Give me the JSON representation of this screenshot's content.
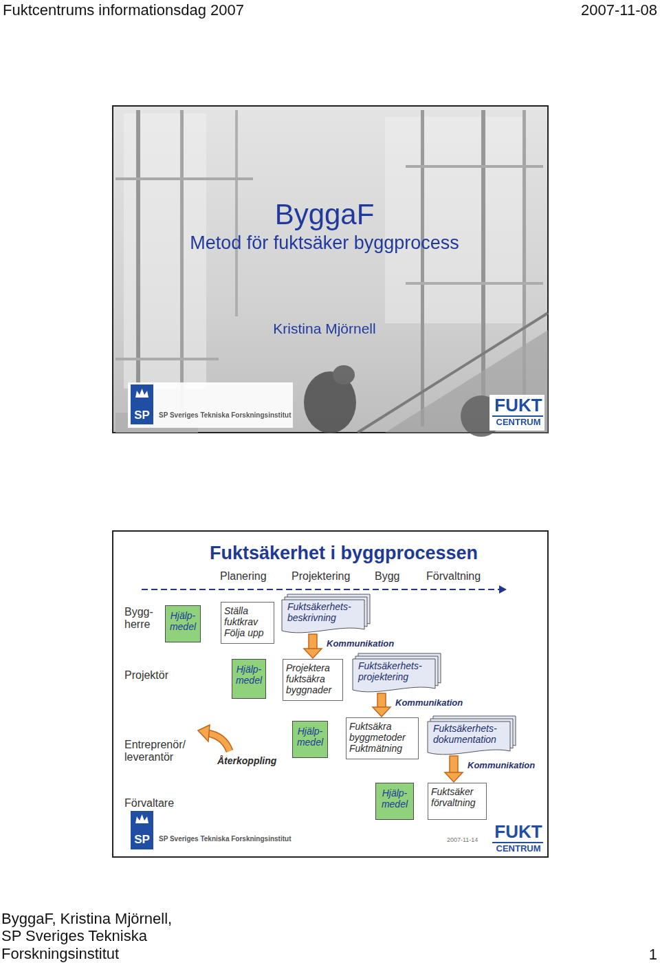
{
  "diagram": {
    "title": "Fuktsäkerhet i byggprocessen",
    "nodes": [
      {
        "text": [
          "Hjälp- medel"
        ]
      },
      {
        "text": [
          "Ställa fuktkrav Följa upp"
        ]
      },
      {
        "text": [
          "Fuktsäkerhets- beskrivning"
        ]
      },
      {
        "text": [
          "Hjälp- medel"
        ]
      },
      {
        "text": [
          "Projektera fuktsäkra byggnader"
        ]
      },
      {
        "text": [
          "Fuktsäkerhets- projektering"
        ]
      },
      {
        "text": [
          "Hjälp- medel"
        ]
      },
      {
        "text": [
          "Fuktsäkra byggmetoder",
          "Fuktmätning"
        ]
      },
      {
        "text": [
          "Fuktsäkerhets- dokumentation"
        ]
      },
      {
        "text": [
          "Hjälp- medel"
        ]
      },
      {
        "text": [
          "Fuktsäker förvaltning"
        ]
      }
    ],
    "edges": [
      {
        "from": 2,
        "to": 4,
        "arrow": "to",
        "label": "Kommunikation"
      },
      {
        "from": 5,
        "to": 7,
        "arrow": "to",
        "label": "Kommunikation"
      },
      {
        "from": 8,
        "to": 10,
        "arrow": "to",
        "label": "Kommunikation"
      }
    ],
    "labels": [
      "Fuktcentrums informationsdag 2007",
      "2007-11-08",
      "ByggaF",
      "Metod för fuktsäker byggprocess",
      "Kristina Mjörnell",
      "SP",
      "SP Sveriges Tekniska Forskningsinstitut",
      "FUKT",
      "CENTRUM",
      "Planering",
      "Projektering",
      "Bygg",
      "Förvaltning",
      "Bygg- herre",
      "Projektör",
      "Entreprenör/ leverantör",
      "Återkoppling",
      "Förvaltare",
      "SP",
      "SP Sveriges Tekniska Forskningsinstitut",
      "2007-11-14",
      "FUKT",
      "CENTRUM",
      "ByggaF, Kristina Mjörnell, SP Sveriges Tekniska Forskningsinstitut",
      "1"
    ]
  }
}
